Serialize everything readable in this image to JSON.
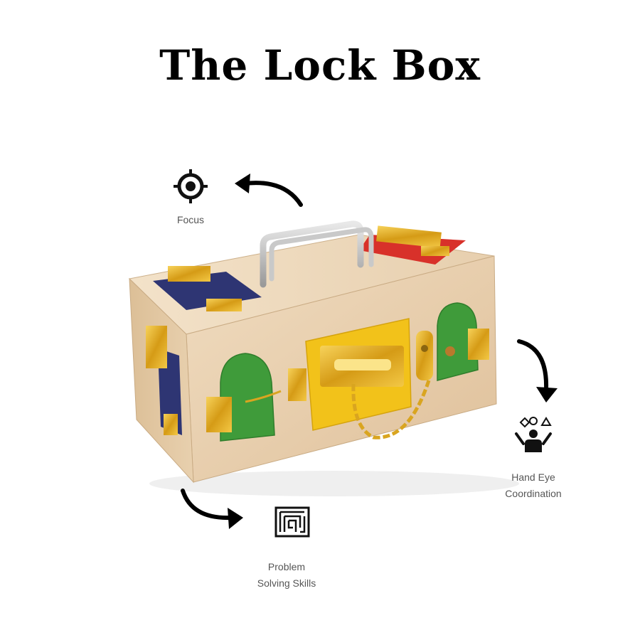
{
  "page": {
    "title": "The Lock Box"
  },
  "benefits": [
    {
      "icon": "crosshair-icon",
      "lines": [
        "Focus"
      ]
    },
    {
      "icon": "person-shapes-icon",
      "lines": [
        "Hand Eye",
        "Coordination"
      ]
    },
    {
      "icon": "maze-icon",
      "lines": [
        "Problem",
        "Solving Skills"
      ]
    }
  ],
  "colors": {
    "wood": "#e9cfae",
    "wood_dark": "#d8b68f",
    "green": "#3f9b3a",
    "yellow": "#f2c21a",
    "navy": "#2e3573",
    "red": "#d8312a",
    "brass": "#d9a520",
    "steel": "#b8b8b8"
  }
}
